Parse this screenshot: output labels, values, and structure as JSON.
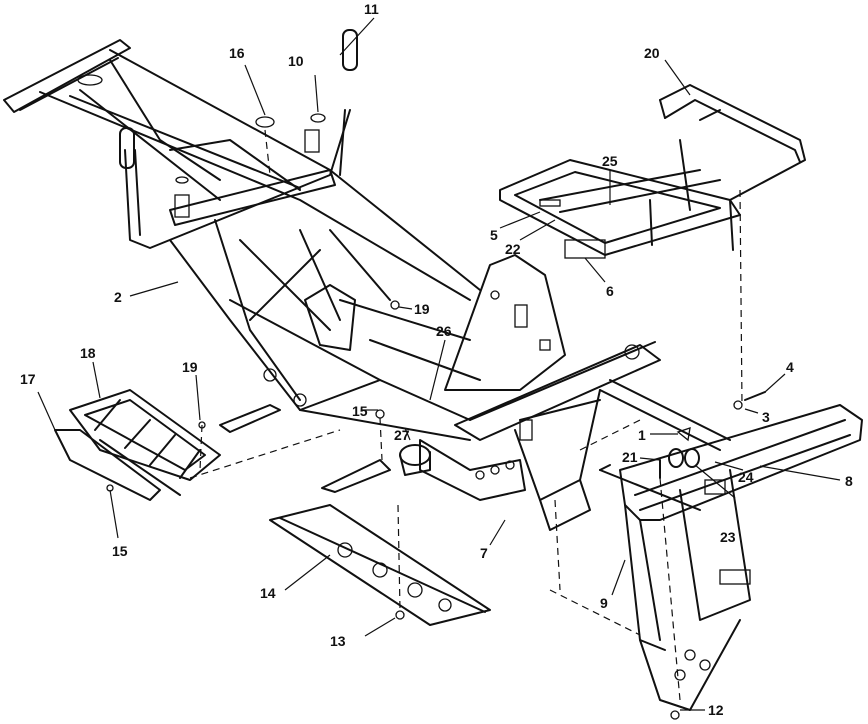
{
  "callouts": [
    {
      "id": "c1",
      "label": "1"
    },
    {
      "id": "c2",
      "label": "2"
    },
    {
      "id": "c3",
      "label": "3"
    },
    {
      "id": "c4",
      "label": "4"
    },
    {
      "id": "c5",
      "label": "5"
    },
    {
      "id": "c6",
      "label": "6"
    },
    {
      "id": "c7",
      "label": "7"
    },
    {
      "id": "c8",
      "label": "8"
    },
    {
      "id": "c9",
      "label": "9"
    },
    {
      "id": "c10",
      "label": "10"
    },
    {
      "id": "c11",
      "label": "11"
    },
    {
      "id": "c12",
      "label": "12"
    },
    {
      "id": "c13",
      "label": "13"
    },
    {
      "id": "c14",
      "label": "14"
    },
    {
      "id": "c15a",
      "label": "15"
    },
    {
      "id": "c15b",
      "label": "15"
    },
    {
      "id": "c16",
      "label": "16"
    },
    {
      "id": "c17",
      "label": "17"
    },
    {
      "id": "c18",
      "label": "18"
    },
    {
      "id": "c19a",
      "label": "19"
    },
    {
      "id": "c19b",
      "label": "19"
    },
    {
      "id": "c20",
      "label": "20"
    },
    {
      "id": "c21",
      "label": "21"
    },
    {
      "id": "c22",
      "label": "22"
    },
    {
      "id": "c23",
      "label": "23"
    },
    {
      "id": "c24",
      "label": "24"
    },
    {
      "id": "c25",
      "label": "25"
    },
    {
      "id": "c26",
      "label": "26"
    },
    {
      "id": "c27",
      "label": "27"
    }
  ]
}
